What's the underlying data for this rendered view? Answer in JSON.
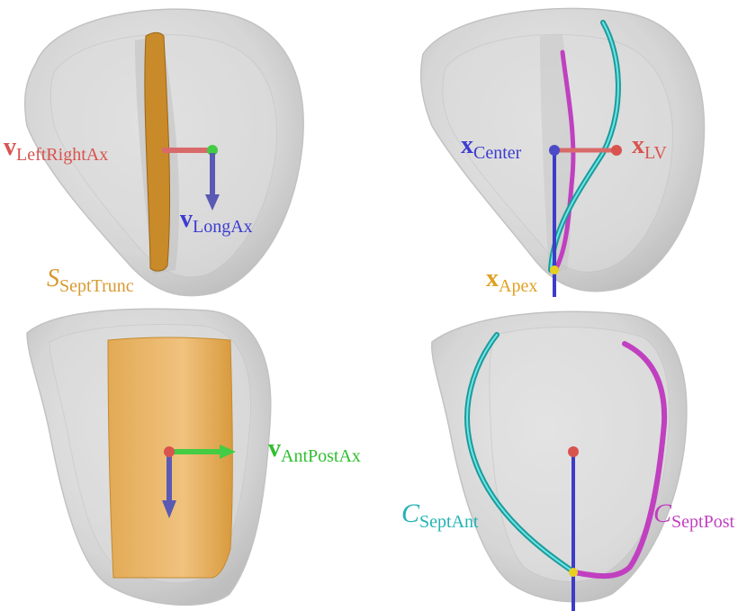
{
  "colors": {
    "red": "#d9534f",
    "blue": "#4b4bc8",
    "green": "#3cc83c",
    "orange": "#d9a040",
    "teal": "#2ec4c4",
    "magenta": "#c040c0",
    "yellow": "#e8d020"
  },
  "panels": {
    "top_left": {
      "v_left_right": {
        "sym": "v",
        "sub": "LeftRightAx"
      },
      "v_long": {
        "sym": "v",
        "sub": "LongAx"
      },
      "s_sept": {
        "sym": "S",
        "sub": "SeptTrunc"
      }
    },
    "top_right": {
      "x_center": {
        "sym": "x",
        "sub": "Center"
      },
      "x_lv": {
        "sym": "x",
        "sub": "LV"
      },
      "x_apex": {
        "sym": "x",
        "sub": "Apex"
      }
    },
    "bottom_left": {
      "v_antpost": {
        "sym": "v",
        "sub": "AntPostAx"
      }
    },
    "bottom_right": {
      "c_septant": {
        "sym": "C",
        "sub": "SeptAnt"
      },
      "c_septpost": {
        "sym": "C",
        "sub": "SeptPost"
      }
    }
  }
}
